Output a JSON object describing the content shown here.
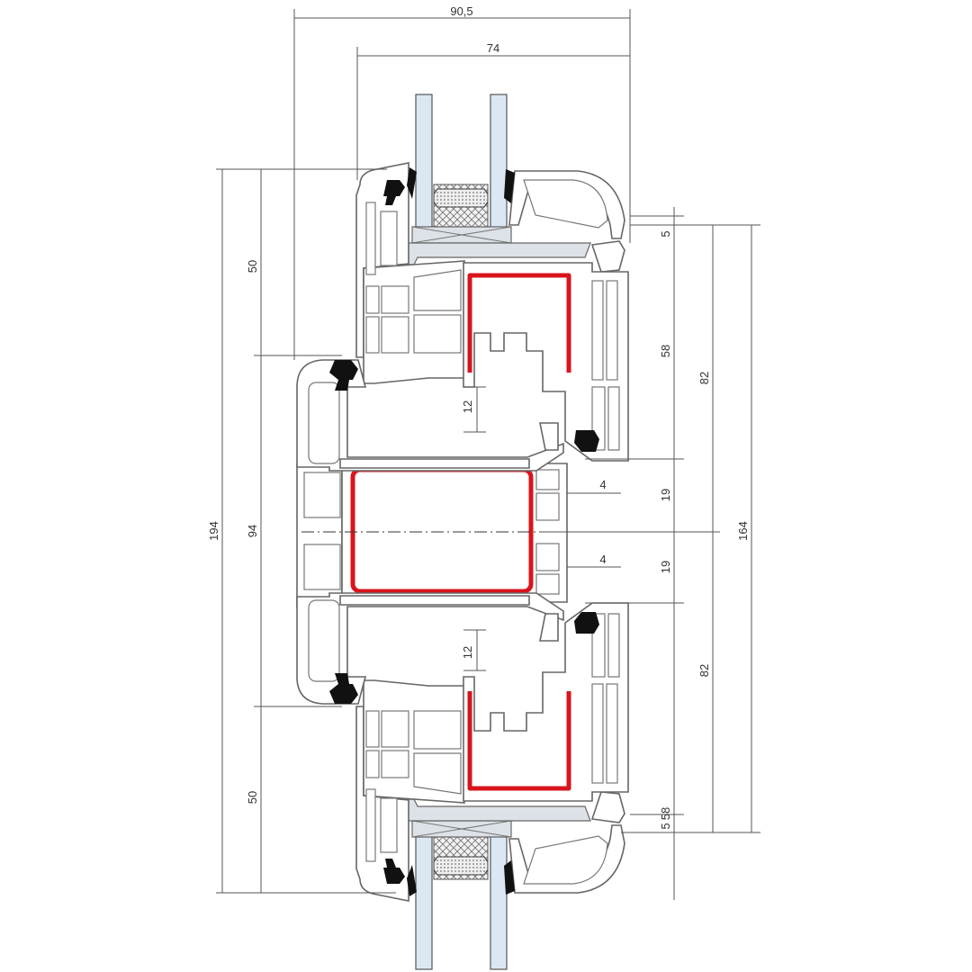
{
  "drawing": {
    "title": "Window profile cross-section",
    "accent_color": "#d8141c",
    "glass_color": "#dbe8f3",
    "dimensions": {
      "overall_depth": "90,5",
      "frame_depth": "74",
      "total_height": "194",
      "left_top": "50",
      "left_middle": "94",
      "left_bottom": "50",
      "right_top_gap": "5",
      "right_top_sash": "58",
      "right_top_82": "82",
      "right_164": "164",
      "mid_19_top": "19",
      "mid_19_bottom": "19",
      "right_bottom_82": "82",
      "right_bottom_58": "58",
      "right_bottom_gap": "5",
      "rebate_12_top": "12",
      "rebate_12_bottom": "12",
      "gap_4_top": "4",
      "gap_4_bottom": "4"
    }
  }
}
